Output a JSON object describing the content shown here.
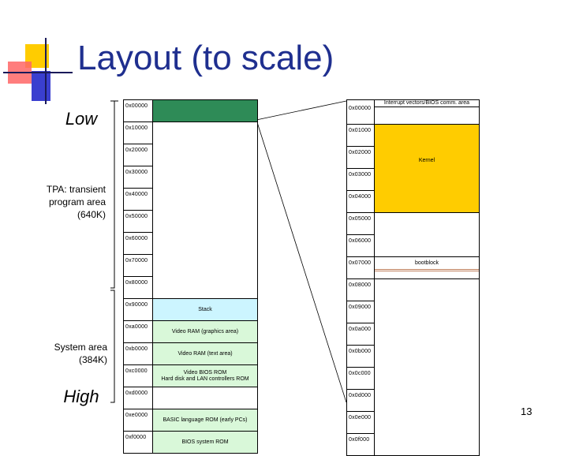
{
  "slide": {
    "title": "Layout (to scale)",
    "page_number": "13",
    "colors": {
      "title": "#1f2f8f",
      "kernel": "#ffcc00",
      "stack": "#ccf5ff",
      "rom": "#d9f8d9",
      "first_block": "#2e8b57",
      "bootblock_line": "#c0805c"
    }
  },
  "labels": {
    "low": "Low",
    "high": "High",
    "tpa_line1": "TPA: transient",
    "tpa_line2": "program area",
    "tpa_line3": "(640K)",
    "sys_line1": "System area",
    "sys_line2": "(384K)"
  },
  "left_map": {
    "rows": [
      {
        "addr": "0x00000",
        "block": ""
      },
      {
        "addr": "0x10000",
        "block": ""
      },
      {
        "addr": "0x20000",
        "block": ""
      },
      {
        "addr": "0x30000",
        "block": ""
      },
      {
        "addr": "0x40000",
        "block": ""
      },
      {
        "addr": "0x50000",
        "block": ""
      },
      {
        "addr": "0x60000",
        "block": ""
      },
      {
        "addr": "0x70000",
        "block": ""
      },
      {
        "addr": "0x80000",
        "block": ""
      },
      {
        "addr": "0x90000",
        "block": "Stack"
      },
      {
        "addr": "0xa0000",
        "block": "Video RAM (graphics area)"
      },
      {
        "addr": "0xb0000",
        "block": "Video RAM (text area)"
      },
      {
        "addr": "0xc0000",
        "block": "Video BIOS ROM",
        "block2": "Hard disk and LAN controllers ROM"
      },
      {
        "addr": "0xd0000",
        "block": ""
      },
      {
        "addr": "0xe0000",
        "block": "BASIC language ROM (early PCs)"
      },
      {
        "addr": "0xf0000",
        "block": "BIOS system ROM"
      }
    ]
  },
  "right_map": {
    "rows": [
      {
        "addr": "0x00000",
        "block": "Interrupt vectors/BIOS comm. area"
      },
      {
        "addr": "0x01000",
        "block": ""
      },
      {
        "addr": "0x02000",
        "block": ""
      },
      {
        "addr": "0x03000",
        "block": ""
      },
      {
        "addr": "0x04000",
        "block": ""
      },
      {
        "addr": "0x05000",
        "block": ""
      },
      {
        "addr": "0x06000",
        "block": ""
      },
      {
        "addr": "0x07000",
        "block": "bootblock"
      },
      {
        "addr": "0x08000",
        "block": ""
      },
      {
        "addr": "0x09000",
        "block": ""
      },
      {
        "addr": "0x0a000",
        "block": ""
      },
      {
        "addr": "0x0b000",
        "block": ""
      },
      {
        "addr": "0x0c000",
        "block": ""
      },
      {
        "addr": "0x0d000",
        "block": ""
      },
      {
        "addr": "0x0e000",
        "block": ""
      },
      {
        "addr": "0x0f000",
        "block": ""
      }
    ],
    "kernel_label": "Kernel"
  }
}
